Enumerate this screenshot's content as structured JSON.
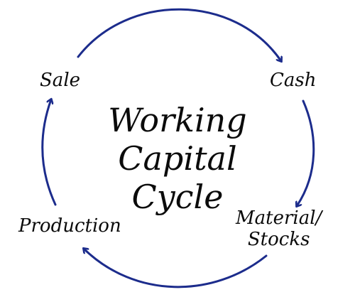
{
  "diagram": {
    "title_lines": [
      "Working",
      "Capital",
      "Cycle"
    ],
    "stages": {
      "sale": "Sale",
      "cash": "Cash",
      "material_line1": "Material/",
      "material_line2": "Stocks",
      "production": "Production"
    },
    "colors": {
      "arrow": "#1c2c8c",
      "text": "#0b0b0b",
      "background": "#ffffff"
    }
  }
}
